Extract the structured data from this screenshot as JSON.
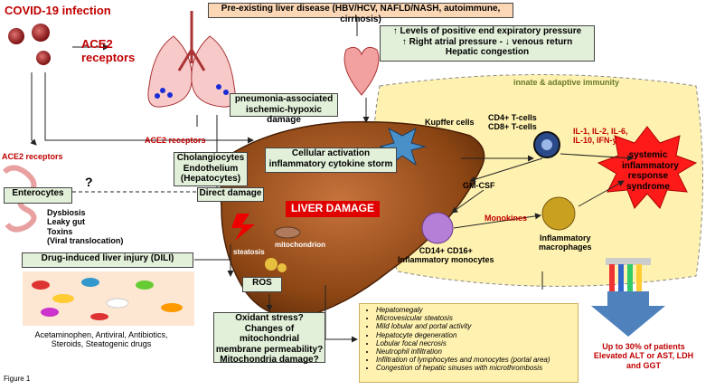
{
  "title": "COVID-19 infection",
  "ace2_receptors_main": "ACE2 receptors",
  "ace2_receptors_left": "ACE2 receptors",
  "ace2_receptors_mid": "ACE2 receptors",
  "preexisting": "Pre-existing liver disease (HBV/HCV, NAFLD/NASH, autoimmune, cirrhosis)",
  "cardiac": {
    "line1": "↑ Levels of positive end expiratory pressure",
    "line2": "↑ Right atrial pressure - ↓ venous return",
    "line3": "Hepatic congestion"
  },
  "pneumonia": {
    "line1": "pneumonia-associated",
    "line2": "ischemic-hypoxic damage"
  },
  "cholangiocytes": {
    "line1": "Cholangiocytes",
    "line2": "Endothelium",
    "line3": "(Hepatocytes)"
  },
  "direct_damage": "Direct damage",
  "enterocytes": "Enterocytes",
  "question": "?",
  "gut": {
    "line1": "Dysbiosis",
    "line2": "Leaky gut",
    "line3": "Toxins",
    "line4": "(Viral translocation)"
  },
  "cellular": {
    "line1": "Cellular activation",
    "line2": "inflammatory cytokine storm"
  },
  "kupffer": "Kupffer cells",
  "immunity": "innate & adaptive immunity",
  "tcells": {
    "line1": "CD4+ T-cells",
    "line2": "CD8+  T-cells"
  },
  "cytokines": {
    "line1": "IL-1, IL-2, IL-6,",
    "line2": "IL-10, IFN-y"
  },
  "sirs": {
    "line1": "systemic",
    "line2": "inflammatory",
    "line3": "response",
    "line4": "syndrome"
  },
  "gmcsf": "GM-CSF",
  "monokines": "Monokines",
  "monocytes": {
    "line1": "CD14+ CD16+",
    "line2": "Inflammatory  monocytes"
  },
  "macrophages": {
    "line1": "Inflammatory",
    "line2": "macrophages"
  },
  "liver_damage": "LIVER DAMAGE",
  "mitochondrion": "mitochondrion",
  "steatosis": "steatosis",
  "dili": "Drug-induced liver injury (DILI)",
  "ros": "ROS",
  "drugs": {
    "line1": "Acetaminophen, Antiviral, Antibiotics,",
    "line2": "Steroids, Steatogenic drugs"
  },
  "oxidant": {
    "line1": "Oxidant stress?",
    "line2": "Changes of mitochondrial",
    "line3": "membrane permeability?",
    "line4": "Mitochondria damage?"
  },
  "histology": [
    "Hepatomegaly",
    "Microvesicular steatosis",
    "Mild lobular and portal activity",
    "Hepatocyte degeneration",
    "Lobular focal necrosis",
    "Neutrophil infiltration",
    "Infiltration of lymphocytes and monocytes (portal area)",
    "Congestion of hepatic sinuses with microthrombosis"
  ],
  "labs": {
    "line1": "Up to 30% of patients",
    "line2": "Elevated ALT or AST, LDH",
    "line3": "and GGT"
  },
  "figure": "Figure 1",
  "colors": {
    "accent_red": "#c00000",
    "box_green": "#e2efd9",
    "liver": "#a0522d",
    "immune_bg": "#fff2b0",
    "histo_bg": "#fff2b0"
  }
}
